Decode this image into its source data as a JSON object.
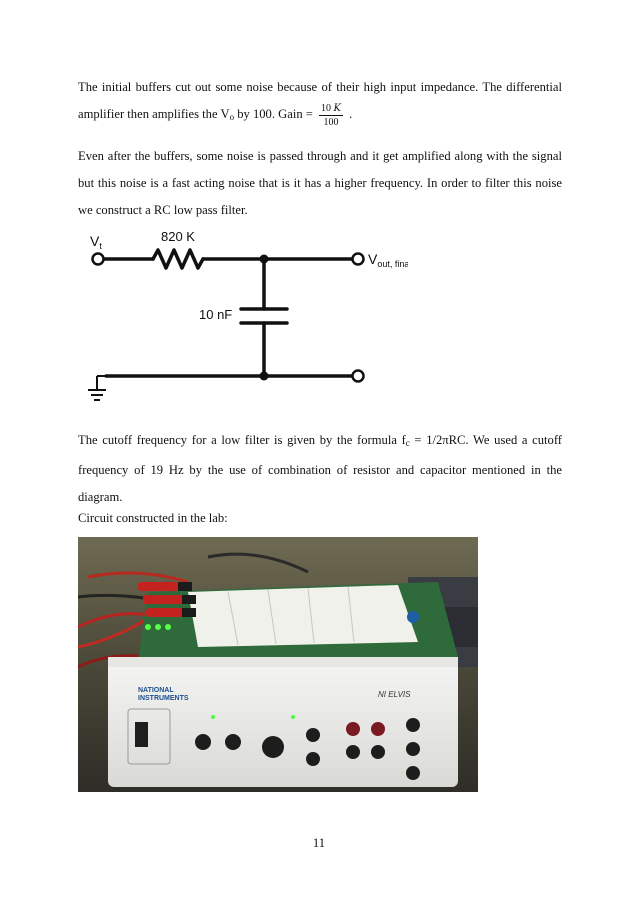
{
  "paragraphs": {
    "p1_a": "The initial buffers cut out some noise because of their high input impedance. The differential amplifier then amplifies the V",
    "p1_sub": "o",
    "p1_b": " by 100. Gain = ",
    "gain_num": "10 ",
    "gain_num_unit": "K",
    "gain_den": "100",
    "p1_end": " .",
    "p2": "Even after the buffers, some noise is passed through and it get amplified along with the signal but this noise is a fast acting noise that is it has a higher frequency. In order to filter this noise we construct a RC low pass filter.",
    "p3_a": "The cutoff frequency for a low filter is given by the formula f",
    "p3_sub": "c",
    "p3_b": " = 1/2πRC. We used a cutoff frequency of 19 Hz by the use of combination of resistor and capacitor mentioned in the diagram.",
    "p4": "Circuit constructed in the lab:"
  },
  "circuit": {
    "input_label": "V",
    "input_sub": "t",
    "resistor_label": "820 K",
    "capacitor_label": "10 nF",
    "output_label": "V",
    "output_sub": "out, final"
  },
  "photo": {
    "brand_line1": "NATIONAL",
    "brand_line2": "INSTRUMENTS",
    "model": "NI ELVIS"
  },
  "page_number": "11"
}
